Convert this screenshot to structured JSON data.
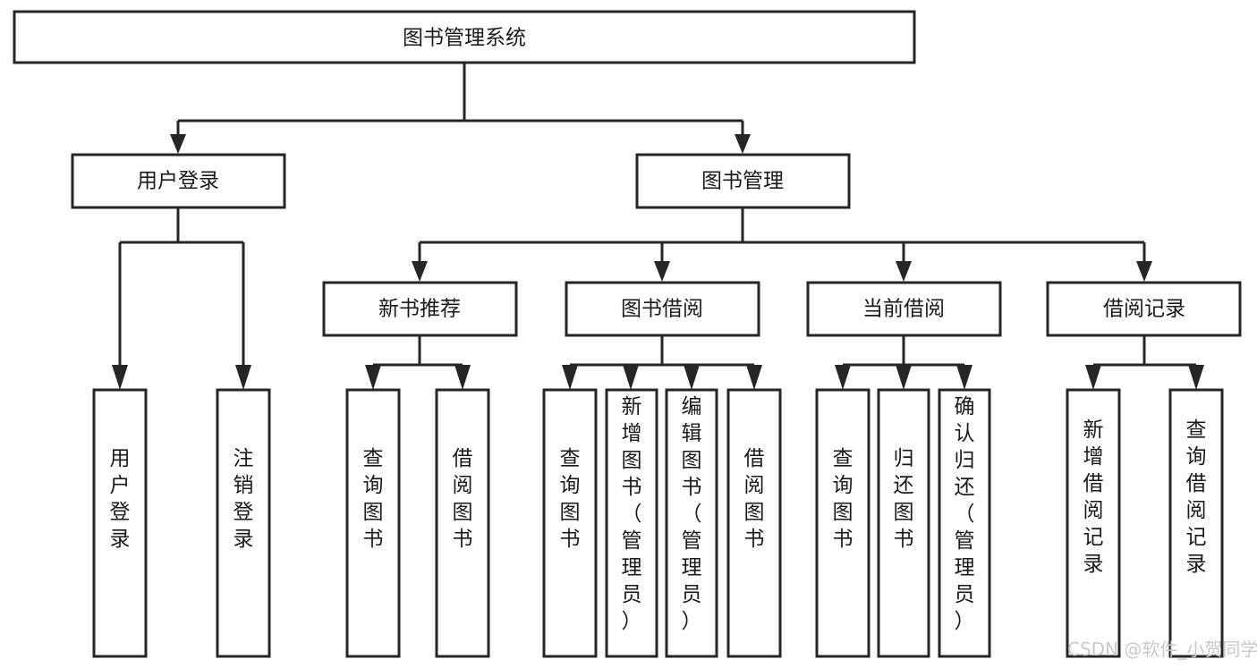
{
  "diagram": {
    "title": "图书管理系统",
    "type": "hierarchy-tree",
    "root": {
      "id": "root",
      "label": "图书管理系统"
    },
    "level1": [
      {
        "id": "user-login",
        "label": "用户登录"
      },
      {
        "id": "book-management",
        "label": "图书管理"
      }
    ],
    "level2": [
      {
        "id": "new-book-recommend",
        "label": "新书推荐",
        "parent": "book-management"
      },
      {
        "id": "book-borrow",
        "label": "图书借阅",
        "parent": "book-management"
      },
      {
        "id": "current-borrow",
        "label": "当前借阅",
        "parent": "book-management"
      },
      {
        "id": "borrow-record",
        "label": "借阅记录",
        "parent": "book-management"
      }
    ],
    "leaves": {
      "user-login": [
        {
          "id": "leaf-user-login",
          "label": "用户登录"
        },
        {
          "id": "leaf-user-logout",
          "label": "注销登录"
        }
      ],
      "new-book-recommend": [
        {
          "id": "leaf-query-book-1",
          "label": "查询图书"
        },
        {
          "id": "leaf-borrow-book-1",
          "label": "借阅图书"
        }
      ],
      "book-borrow": [
        {
          "id": "leaf-query-book-2",
          "label": "查询图书"
        },
        {
          "id": "leaf-add-book",
          "label": "新增图书（管理员）"
        },
        {
          "id": "leaf-edit-book",
          "label": "编辑图书（管理员）"
        },
        {
          "id": "leaf-borrow-book-2",
          "label": "借阅图书"
        }
      ],
      "current-borrow": [
        {
          "id": "leaf-query-book-3",
          "label": "查询图书"
        },
        {
          "id": "leaf-return-book",
          "label": "归还图书"
        },
        {
          "id": "leaf-confirm-return",
          "label": "确认归还（管理员）"
        }
      ],
      "borrow-record": [
        {
          "id": "leaf-add-record",
          "label": "新增借阅记录"
        },
        {
          "id": "leaf-query-record",
          "label": "查询借阅记录"
        }
      ]
    },
    "colors": {
      "stroke": "#262626",
      "fill": "#ffffff",
      "text": "#1a1a1a",
      "watermark": "#c9c9c9",
      "background": "#ffffff"
    }
  },
  "watermark": {
    "text": "CSDN @软件_小贺同学"
  }
}
